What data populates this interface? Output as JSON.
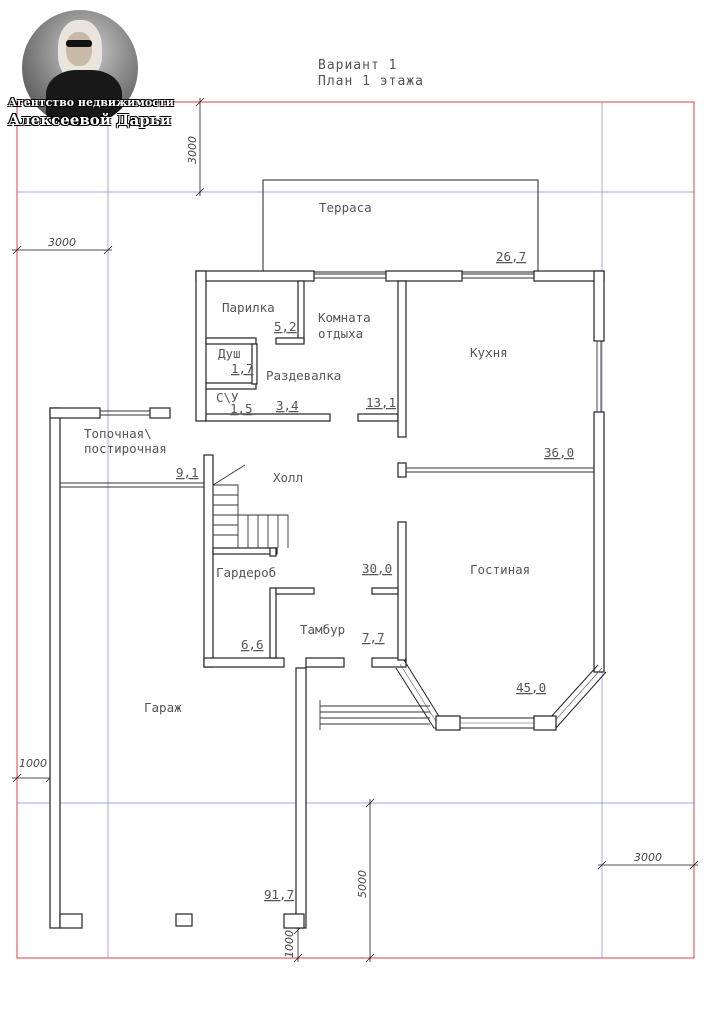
{
  "header": {
    "variant": "Вариант 1",
    "plan": "План 1 этажа"
  },
  "logo": {
    "line1": "Агентство недвижимости",
    "line2": "Алексеевой Дарьи"
  },
  "rooms": {
    "terrace": "Терраса",
    "steam_room": "Парилка",
    "rest_room_1": "Комната",
    "rest_room_2": "отдыха",
    "kitchen": "Кухня",
    "shower": "Душ",
    "changing_room": "Раздевалка",
    "wc": "С\\У",
    "boiler_1": "Топочная\\",
    "boiler_2": "постирочная",
    "hall": "Холл",
    "wardrobe": "Гардероб",
    "vestibule": "Тамбур",
    "living_room": "Гостиная",
    "garage": "Гараж"
  },
  "areas": {
    "terrace": "26,7",
    "steam_room": "5,2",
    "shower": "1,7",
    "wc": "1,5",
    "changing_room": "3,4",
    "rest_room": "13,1",
    "boiler": "9,1",
    "kitchen": "36,0",
    "hall": "30,0",
    "wardrobe": "6,6",
    "vestibule": "7,7",
    "living_room": "45,0",
    "garage": "91,7"
  },
  "dimensions": {
    "top_vertical": "3000",
    "left_horizontal": "3000",
    "left_bottom": "1000",
    "right_bottom": "3000",
    "bottom_vertical": "5000",
    "bottom_small": "1000"
  },
  "colors": {
    "border": "#d9414a",
    "grid": "#7f86d8",
    "wall": "#222222"
  }
}
